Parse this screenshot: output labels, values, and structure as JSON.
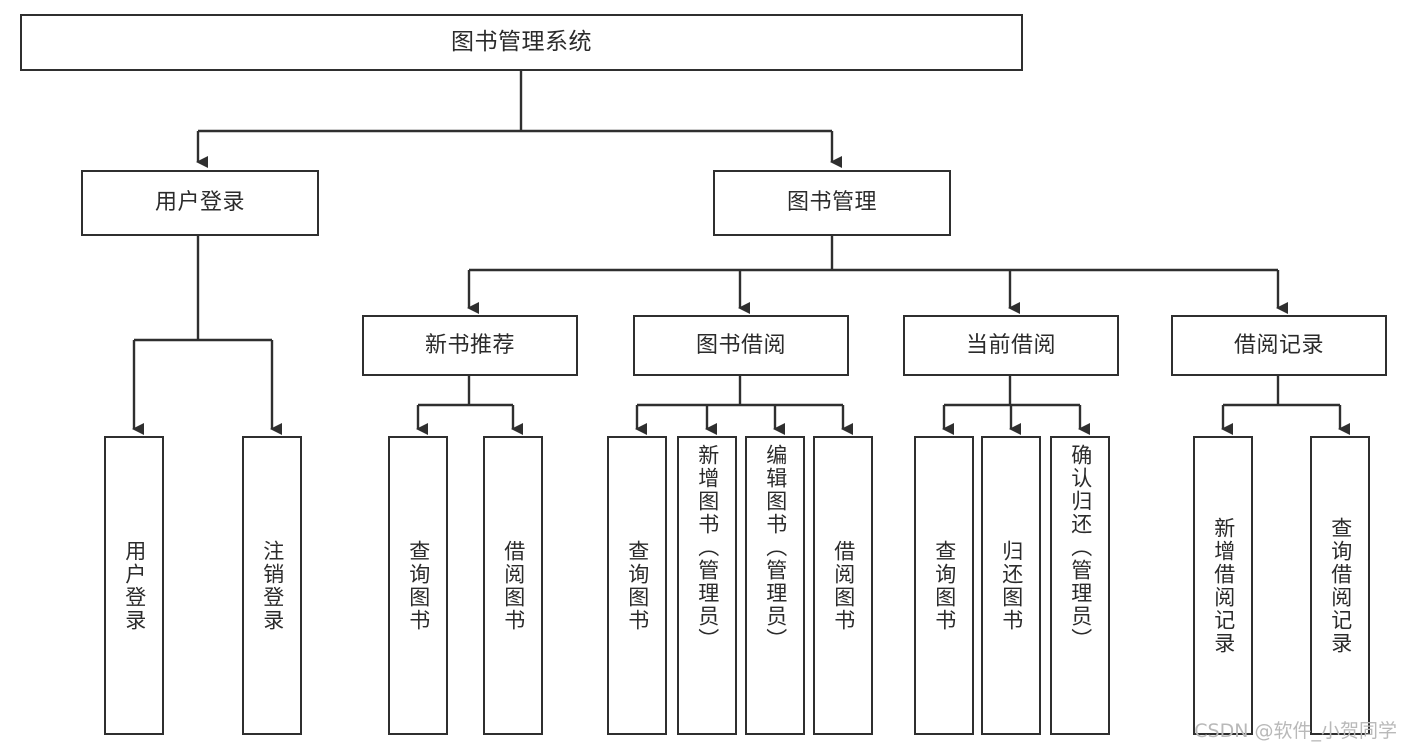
{
  "diagram": {
    "type": "tree-hierarchy",
    "title": "图书管理系统",
    "watermark": "CSDN @软件_小贺同学",
    "colors": {
      "box_border": "#2f2f2f",
      "box_fill": "#ffffff",
      "edge": "#2f2f2f",
      "text": "#2b2b2b",
      "watermark": "#b9b9b9"
    },
    "nodes": {
      "root": {
        "label": "图书管理系统"
      },
      "level1": [
        {
          "id": "user-login",
          "label": "用户登录"
        },
        {
          "id": "book-manage",
          "label": "图书管理"
        }
      ],
      "level2": [
        {
          "id": "new-book-rec",
          "label": "新书推荐"
        },
        {
          "id": "book-borrow",
          "label": "图书借阅"
        },
        {
          "id": "current-borrow",
          "label": "当前借阅"
        },
        {
          "id": "borrow-record",
          "label": "借阅记录"
        }
      ],
      "leaves": {
        "user_login": [
          {
            "id": "leaf-user-login",
            "label": "用户登录"
          },
          {
            "id": "leaf-user-logout",
            "label": "注销登录"
          }
        ],
        "new_book_rec": [
          {
            "id": "leaf-query-book-1",
            "label": "查询图书"
          },
          {
            "id": "leaf-borrow-book-1",
            "label": "借阅图书"
          }
        ],
        "book_borrow": [
          {
            "id": "leaf-query-book-2",
            "label": "查询图书"
          },
          {
            "id": "leaf-add-book",
            "label": "新增图书（管理员）"
          },
          {
            "id": "leaf-edit-book",
            "label": "编辑图书（管理员）"
          },
          {
            "id": "leaf-borrow-book-2",
            "label": "借阅图书"
          }
        ],
        "current_borrow": [
          {
            "id": "leaf-query-book-3",
            "label": "查询图书"
          },
          {
            "id": "leaf-return-book",
            "label": "归还图书"
          },
          {
            "id": "leaf-confirm-return",
            "label": "确认归还（管理员）"
          }
        ],
        "borrow_record": [
          {
            "id": "leaf-add-record",
            "label": "新增借阅记录"
          },
          {
            "id": "leaf-query-record",
            "label": "查询借阅记录"
          }
        ]
      }
    }
  }
}
